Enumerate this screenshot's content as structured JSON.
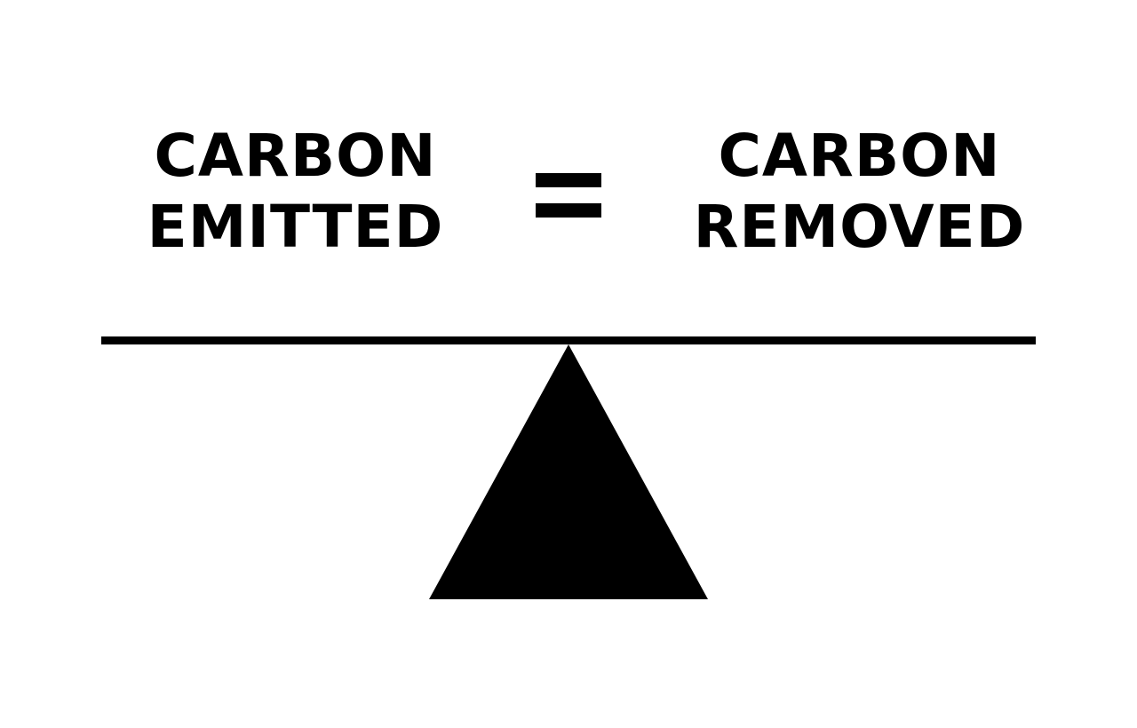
{
  "left_side": {
    "line1": "CARBON",
    "line2": "EMITTED"
  },
  "right_side": {
    "line1": "CARBON",
    "line2": "REMOVED"
  },
  "colors": {
    "ink": "#000000",
    "background": "#ffffff"
  },
  "icons": {
    "equals": "equals-icon",
    "fulcrum": "triangle-fulcrum-icon",
    "beam": "balance-beam"
  }
}
